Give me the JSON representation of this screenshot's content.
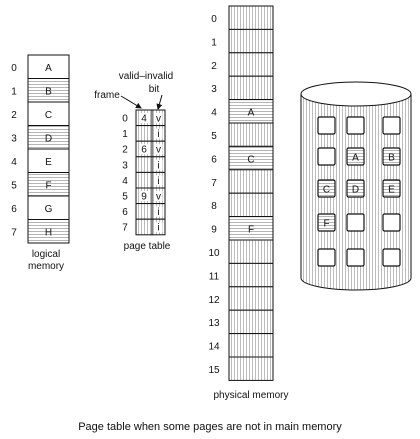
{
  "logical_memory": {
    "label_line1": "logical",
    "label_line2": "memory",
    "rows": [
      {
        "index": "0",
        "page": "A"
      },
      {
        "index": "1",
        "page": "B"
      },
      {
        "index": "2",
        "page": "C"
      },
      {
        "index": "3",
        "page": "D"
      },
      {
        "index": "4",
        "page": "E"
      },
      {
        "index": "5",
        "page": "F"
      },
      {
        "index": "6",
        "page": "G"
      },
      {
        "index": "7",
        "page": "H"
      }
    ]
  },
  "page_table": {
    "label": "page table",
    "frame_label": "frame",
    "valid_invalid_label_line1": "valid–invalid",
    "valid_invalid_label_line2": "bit",
    "rows": [
      {
        "index": "0",
        "frame": "4",
        "bit": "v"
      },
      {
        "index": "1",
        "frame": "",
        "bit": "i"
      },
      {
        "index": "2",
        "frame": "6",
        "bit": "v"
      },
      {
        "index": "3",
        "frame": "",
        "bit": "i"
      },
      {
        "index": "4",
        "frame": "",
        "bit": "i"
      },
      {
        "index": "5",
        "frame": "9",
        "bit": "v"
      },
      {
        "index": "6",
        "frame": "",
        "bit": "i"
      },
      {
        "index": "7",
        "frame": "",
        "bit": "i"
      }
    ]
  },
  "physical_memory": {
    "label": "physical memory",
    "frames": [
      {
        "index": "0",
        "content": ""
      },
      {
        "index": "1",
        "content": ""
      },
      {
        "index": "2",
        "content": ""
      },
      {
        "index": "3",
        "content": ""
      },
      {
        "index": "4",
        "content": "A"
      },
      {
        "index": "5",
        "content": ""
      },
      {
        "index": "6",
        "content": "C"
      },
      {
        "index": "7",
        "content": ""
      },
      {
        "index": "8",
        "content": ""
      },
      {
        "index": "9",
        "content": "F"
      },
      {
        "index": "10",
        "content": ""
      },
      {
        "index": "11",
        "content": ""
      },
      {
        "index": "12",
        "content": ""
      },
      {
        "index": "13",
        "content": ""
      },
      {
        "index": "14",
        "content": ""
      },
      {
        "index": "15",
        "content": ""
      }
    ]
  },
  "backing_store": {
    "grid": [
      [
        "",
        "",
        ""
      ],
      [
        "",
        "A",
        "B"
      ],
      [
        "C",
        "D",
        "E"
      ],
      [
        "F",
        "",
        ""
      ],
      [
        "",
        "",
        ""
      ]
    ]
  },
  "caption": "Page table when some pages are not in main memory"
}
